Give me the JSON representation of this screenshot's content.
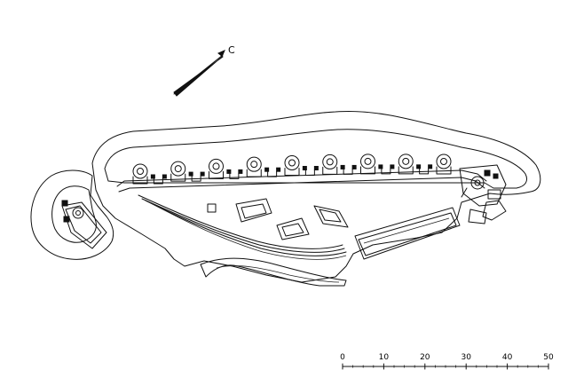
{
  "north_arrow": {
    "label": "С"
  },
  "scale_bar": {
    "ticks": [
      "0",
      "10",
      "20",
      "30",
      "40",
      "50"
    ]
  },
  "plan": {
    "tower_count": 9,
    "blocks_on_terrace": 5
  }
}
